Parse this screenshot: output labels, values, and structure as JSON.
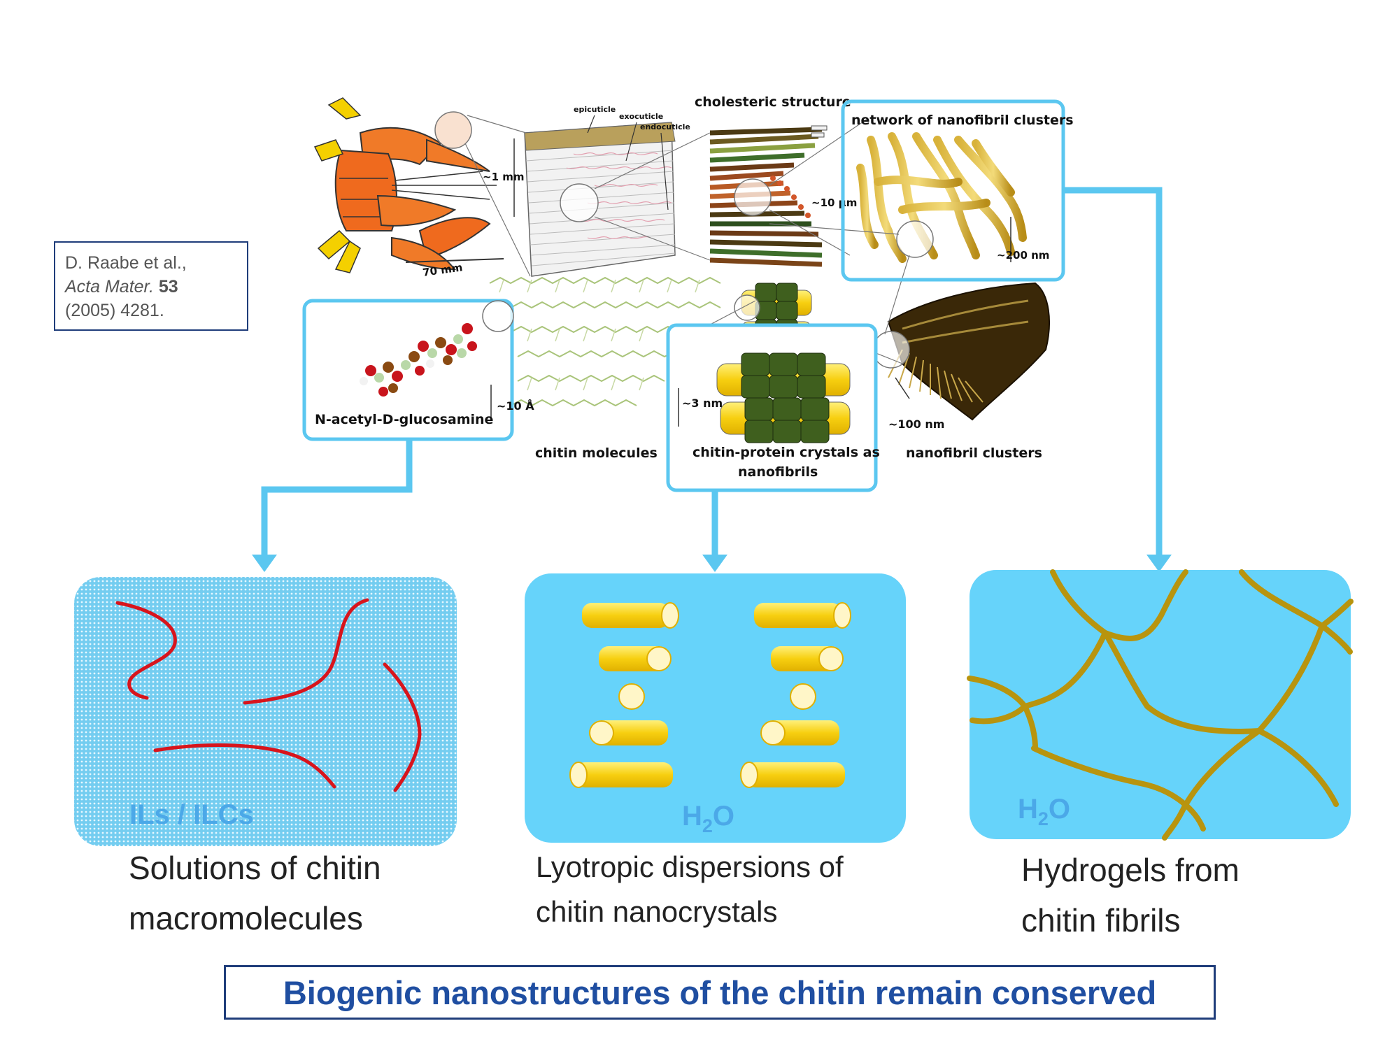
{
  "reference": {
    "authors": "D. Raabe et al.,",
    "journal": "Acta Mater.",
    "volume": "53",
    "year_page": "(2005) 4281."
  },
  "figure_labels": {
    "cholesteric": "cholesteric structure",
    "epicuticle": "epicuticle",
    "exocuticle": "exocuticle",
    "endocuticle": "endocuticle",
    "scale_1mm": "~1 mm",
    "scale_70mm": "70 mm",
    "scale_10um": "~10 µm",
    "network_title": "network of nanofibril clusters",
    "scale_200nm": "~200 nm",
    "nag": "N-acetyl-D-glucosamine",
    "scale_10A": "~10 Å",
    "chitin_molecules": "chitin molecules",
    "scale_3nm": "~3 nm",
    "crystals_line1": "chitin-protein crystals as",
    "crystals_line2": "nanofibrils",
    "scale_100nm": "~100 nm",
    "nanofibril_clusters": "nanofibril clusters"
  },
  "panels": [
    {
      "medium": "ILs / ILCs",
      "caption_line1": "Solutions of chitin",
      "caption_line2": "macromolecules"
    },
    {
      "medium_main": "H",
      "medium_sub": "2",
      "medium_end": "O",
      "caption_line1": "Lyotropic dispersions of",
      "caption_line2": "chitin nanocrystals"
    },
    {
      "medium_main": "H",
      "medium_sub": "2",
      "medium_end": "O",
      "caption_line1": "Hydrogels from",
      "caption_line2": "chitin fibrils"
    }
  ],
  "conclusion": "Biogenic nanostructures of the chitin remain conserved",
  "colors": {
    "highlight": "#5bc7f0",
    "panel_fill": "#66d3fa",
    "chitin_chain": "#d8141c",
    "nanocrystal": "#f7cf10",
    "fibril": "#b8940e",
    "title_blue": "#1f4ea1"
  }
}
